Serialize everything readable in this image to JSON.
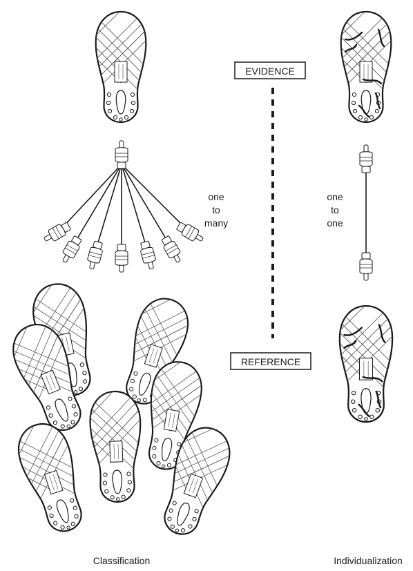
{
  "labels": {
    "evidence": "EVIDENCE",
    "reference": "REFERENCE",
    "one_to_many": [
      "one",
      "to",
      "many"
    ],
    "one_to_one": [
      "one",
      "to",
      "one"
    ],
    "classification": "Classification",
    "individualization": "Individualization"
  },
  "icons": {
    "sole": "shoe-sole-icon",
    "hand": "pointing-hand-icon"
  }
}
